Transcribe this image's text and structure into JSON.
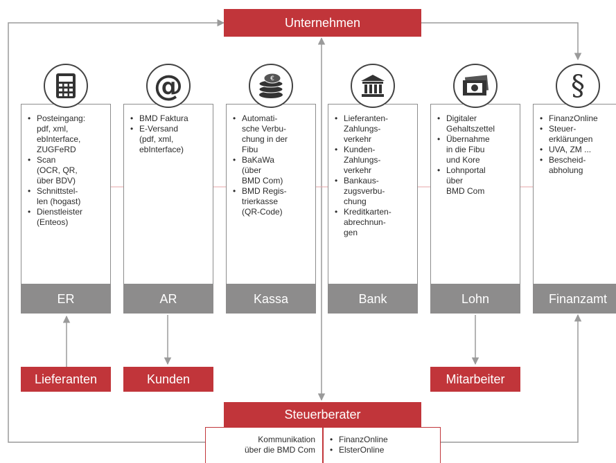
{
  "top_box": {
    "label": "Unternehmen"
  },
  "columns": [
    {
      "id": "er",
      "icon": "calculator-icon",
      "footer": "ER",
      "items": [
        "Posteingang:\npdf, xml,\nebInterface,\nZUGFeRD",
        "Scan\n(OCR, QR,\nüber BDV)",
        "Schnittstel-\nlen (hogast)",
        "Dienstleister\n(Enteos)"
      ]
    },
    {
      "id": "ar",
      "icon": "at-sign-icon",
      "footer": "AR",
      "items": [
        "BMD Faktura",
        "E-Versand\n(pdf, xml,\nebInterface)"
      ]
    },
    {
      "id": "kassa",
      "icon": "coins-icon",
      "footer": "Kassa",
      "items": [
        "Automati-\nsche Verbu-\nchung in der\nFibu",
        "BaKaWa\n(über\nBMD Com)",
        "BMD Regis-\ntrierkasse\n(QR-Code)"
      ]
    },
    {
      "id": "bank",
      "icon": "bank-building-icon",
      "footer": "Bank",
      "items": [
        "Lieferanten-\nZahlungs-\nverkehr",
        "Kunden-\nZahlungs-\nverkehr",
        "Bankaus-\nzugsverbu-\nchung",
        "Kreditkarten-\nabrechnun-\ngen"
      ]
    },
    {
      "id": "lohn",
      "icon": "money-banknotes-icon",
      "footer": "Lohn",
      "items": [
        "Digitaler\nGehaltszettel",
        "Übernahme\nin die Fibu\nund Kore",
        "Lohnportal\nüber\nBMD Com"
      ]
    },
    {
      "id": "finanzamt",
      "icon": "paragraph-sign-icon",
      "footer": "Finanzamt",
      "items": [
        "FinanzOnline",
        "Steuer-\nerklärungen",
        "UVA, ZM ...",
        "Bescheid-\nabholung"
      ]
    }
  ],
  "partners": {
    "lieferanten": "Lieferanten",
    "kunden": "Kunden",
    "mitarbeiter": "Mitarbeiter"
  },
  "steuerberater": {
    "label": "Steuerberater",
    "left_text": "Kommunikation\nüber die BMD Com",
    "right_items": [
      "FinanzOnline",
      "ElsterOnline"
    ]
  },
  "colors": {
    "accent": "#c1353a",
    "footer": "#8d8c8c",
    "line": "#9a9a9a"
  }
}
